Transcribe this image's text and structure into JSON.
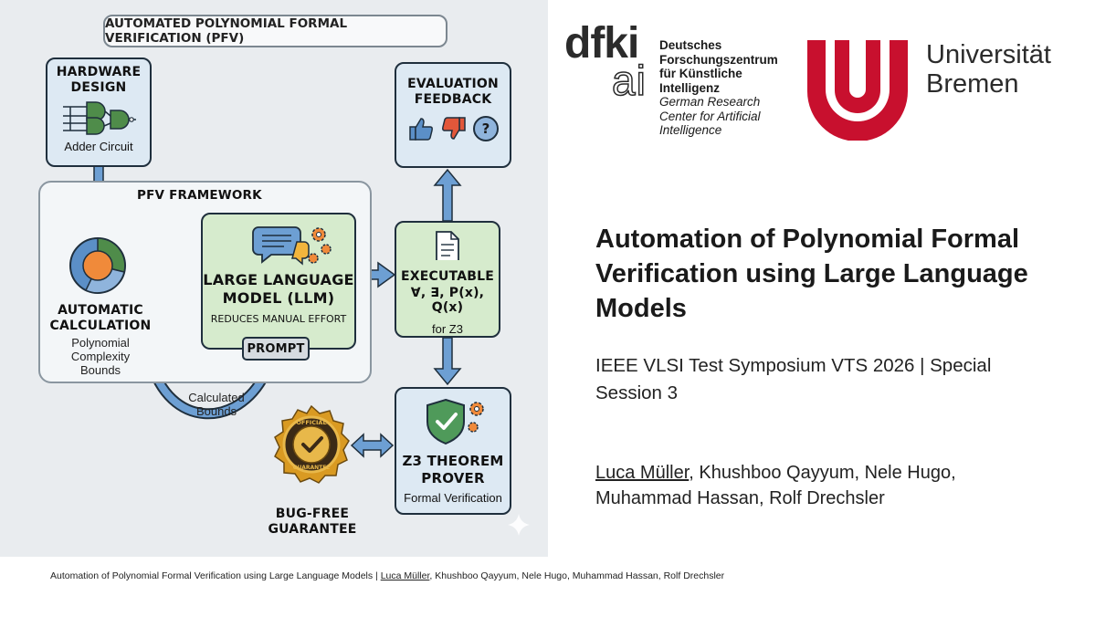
{
  "diagram": {
    "banner": "AUTOMATED POLYNOMIAL FORMAL VERIFICATION (PFV)",
    "hardware": {
      "title_line1": "HARDWARE",
      "title_line2": "DESIGN",
      "caption": "Adder Circuit"
    },
    "framework_label": "PFV FRAMEWORK",
    "calc": {
      "title_line1": "AUTOMATIC",
      "title_line2": "CALCULATION",
      "caption_line1": "Polynomial",
      "caption_line2": "Complexity",
      "caption_line3": "Bounds"
    },
    "llm": {
      "title_line1": "LARGE LANGUAGE",
      "title_line2": "MODEL (LLM)",
      "caption": "REDUCES MANUAL EFFORT",
      "prompt": "PROMPT"
    },
    "executable": {
      "title": "EXECUTABLE",
      "formula": "∀, ∃, P(x), Q(x)",
      "caption": "for Z3"
    },
    "evaluation": {
      "title_line1": "EVALUATION",
      "title_line2": "FEEDBACK",
      "question": "?"
    },
    "calculated_bounds": {
      "line1": "Calculated",
      "line2": "Bounds"
    },
    "z3": {
      "title_line1": "Z3 THEOREM",
      "title_line2": "PROVER",
      "caption": "Formal Verification"
    },
    "badge": {
      "top_text": "OFFICIAL",
      "bottom_text": "GUARANTEE",
      "label_line1": "BUG-FREE",
      "label_line2": "GUARANTEE"
    }
  },
  "logos": {
    "dfki": {
      "mark_line1": "dfki",
      "mark_line2": "ai",
      "text_lines": [
        "Deutsches",
        "Forschungszentrum",
        "für Künstliche",
        "Intelligenz"
      ],
      "italic_lines": [
        "German Research",
        "Center for Artificial",
        "Intelligence"
      ]
    },
    "bremen": {
      "line1": "Universität",
      "line2": "Bremen",
      "color": "#c8102e"
    }
  },
  "slide": {
    "title_line1": "Automation of Polynomial Formal",
    "title_line2": "Verification using Large Language",
    "title_line3": "Models",
    "subtitle_line1": "IEEE VLSI Test Symposium VTS 2026 | Special",
    "subtitle_line2": "Session 3",
    "author_first": "Luca Müller",
    "authors_rest_line1": ", Khushboo Qayyum, Nele Hugo,",
    "authors_line2": "Muhammad Hassan, Rolf Drechsler"
  },
  "footer": {
    "title": "Automation of Polynomial Formal Verification using Large Language Models | ",
    "author_first": "Luca Müller",
    "authors_rest": ", Khushboo Qayyum, Nele Hugo, Muhammad Hassan, Rolf Drechsler"
  }
}
